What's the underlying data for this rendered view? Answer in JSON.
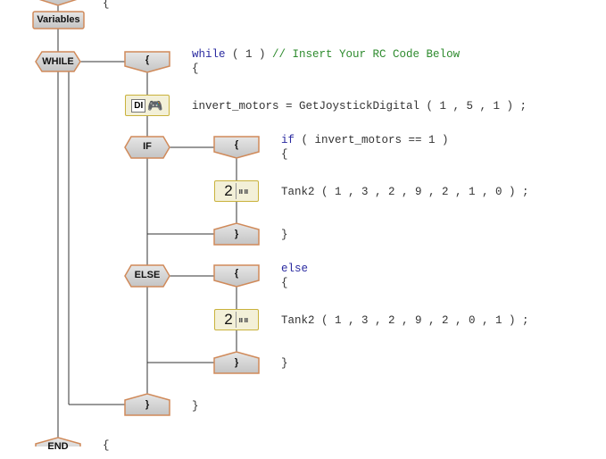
{
  "blocks": {
    "variables": "Variables",
    "while": "WHILE",
    "if": "IF",
    "else": "ELSE",
    "open_brace": "{",
    "close_brace": "}",
    "end": "END",
    "tank_number": "2",
    "di_label": "DI"
  },
  "code": {
    "top_brace": "{",
    "while_kw": "while",
    "while_rest": " ( 1 ) ",
    "while_comment": "// Insert Your RC Code Below",
    "while_open": "{",
    "invert": "invert_motors = GetJoystickDigital ( 1 , 5 , 1 ) ;",
    "if_kw": "if",
    "if_rest": " ( invert_motors == 1 )",
    "if_open": "{",
    "tank_if": "Tank2 ( 1 , 3 , 2 , 9 , 2 , 1 , 0 ) ;",
    "if_close": "}",
    "else_kw": "else",
    "else_open": "{",
    "tank_else": "Tank2 ( 1 , 3 , 2 , 9 , 2 , 0 , 1 ) ;",
    "else_close": "}",
    "while_close": "}",
    "bottom_brace": "{"
  }
}
